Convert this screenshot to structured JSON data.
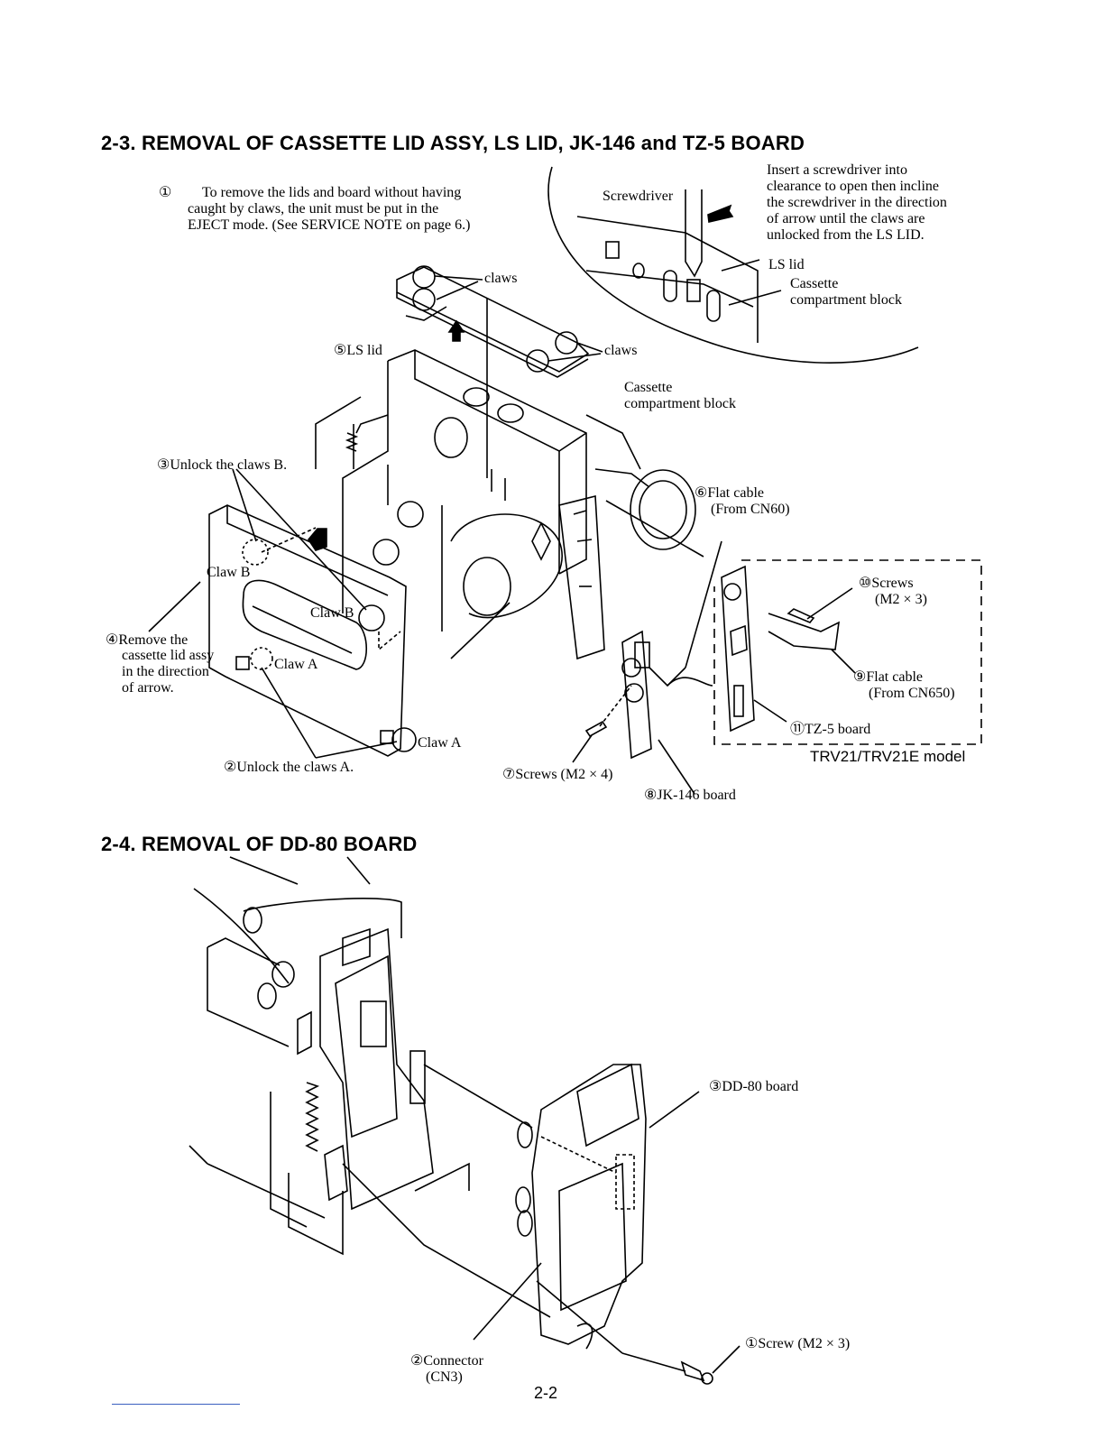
{
  "section_2_3": {
    "title": "2-3. REMOVAL OF CASSETTE LID ASSY, LS LID, JK-146 and TZ-5 BOARD",
    "note_left": {
      "marker": "①",
      "lines": [
        "To remove the lids and board without having",
        "caught by claws, the unit must be put in the",
        "EJECT mode. (See SERVICE NOTE on page 6.)"
      ]
    },
    "note_right": {
      "lines": [
        "Insert a screwdriver into",
        "clearance to open then incline",
        "the screwdriver in the direction",
        "of arrow until the claws are",
        "unlocked from the LS LID."
      ]
    },
    "labels": {
      "screwdriver": "Screwdriver",
      "ls_lid_inset": "LS lid",
      "cassette_inset_1": "Cassette",
      "cassette_inset_2": "compartment block",
      "claws_top": "claws",
      "claws_right": "claws",
      "ls_lid": "⑤LS lid",
      "cassette_main_1": "Cassette",
      "cassette_main_2": "compartment block",
      "unlock_b": "③Unlock the claws B.",
      "claw_b_left": "Claw B",
      "claw_b_mid": "Claw B",
      "claw_a_left": "Claw A",
      "claw_a_bottom": "Claw A",
      "remove_1": "④Remove the",
      "remove_2": "cassette lid assy",
      "remove_3": "in the direction",
      "remove_4": "of arrow.",
      "unlock_a": "②Unlock the claws A.",
      "flat_cable_6_1": "⑥Flat cable",
      "flat_cable_6_2": "(From CN60)",
      "screws_10_1": "⑩Screws",
      "screws_10_2": "(M2 × 3)",
      "flat_cable_9_1": "⑨Flat cable",
      "flat_cable_9_2": "(From CN650)",
      "tz5_board": "⑪TZ-5 board",
      "model": "TRV21/TRV21E model",
      "screws_7": "⑦Screws (M2 × 4)",
      "jk146_board": "⑧JK-146 board"
    }
  },
  "section_2_4": {
    "title": "2-4. REMOVAL OF DD-80 BOARD",
    "labels": {
      "dd80_board": "③DD-80 board",
      "connector_1": "②Connector",
      "connector_2": "(CN3)",
      "screw_1": "①Screw (M2 × 3)"
    }
  },
  "page_number": "2-2"
}
